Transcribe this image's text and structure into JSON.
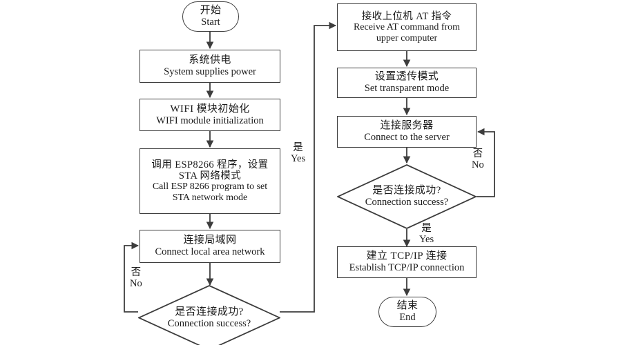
{
  "diagram": {
    "title": "WIFI module / ESP8266 network connection flowchart",
    "stroke_color": "#3d3d3d",
    "background_color": "#ffffff",
    "text_color": "#1a1a1a"
  },
  "nodes": {
    "start": {
      "type": "terminal",
      "cn": "开始",
      "en": "Start"
    },
    "power": {
      "type": "process",
      "cn": "系统供电",
      "en": "System supplies power"
    },
    "wifi_init": {
      "type": "process",
      "cn": "WIFI 模块初始化",
      "en": "WIFI module initialization"
    },
    "esp_call": {
      "type": "process",
      "cn1": "调用 ESP8266 程序，设置",
      "cn2": "STA 网络模式",
      "en1": "Call ESP 8266 program to set",
      "en2": "STA network mode"
    },
    "connect_lan": {
      "type": "process",
      "cn": "连接局域网",
      "en": "Connect local area network"
    },
    "decision_lan": {
      "type": "decision",
      "cn": "是否连接成功?",
      "en": "Connection success?"
    },
    "receive_at": {
      "type": "process",
      "cn": "接收上位机 AT 指令",
      "en1": "Receive AT command from",
      "en2": "upper computer"
    },
    "set_transparent": {
      "type": "process",
      "cn": "设置透传模式",
      "en": "Set transparent mode"
    },
    "connect_server": {
      "type": "process",
      "cn": "连接服务器",
      "en": "Connect to the server"
    },
    "decision_server": {
      "type": "decision",
      "cn": "是否连接成功?",
      "en": "Connection success?"
    },
    "tcpip": {
      "type": "process",
      "cn": "建立 TCP/IP 连接",
      "en": "Establish TCP/IP connection"
    },
    "end": {
      "type": "terminal",
      "cn": "结束",
      "en": "End"
    }
  },
  "edge_labels": {
    "lan_no": {
      "cn": "否",
      "en": "No"
    },
    "lan_yes": {
      "cn": "是",
      "en": "Yes"
    },
    "server_no": {
      "cn": "否",
      "en": "No"
    },
    "server_yes": {
      "cn": "是",
      "en": "Yes"
    }
  }
}
